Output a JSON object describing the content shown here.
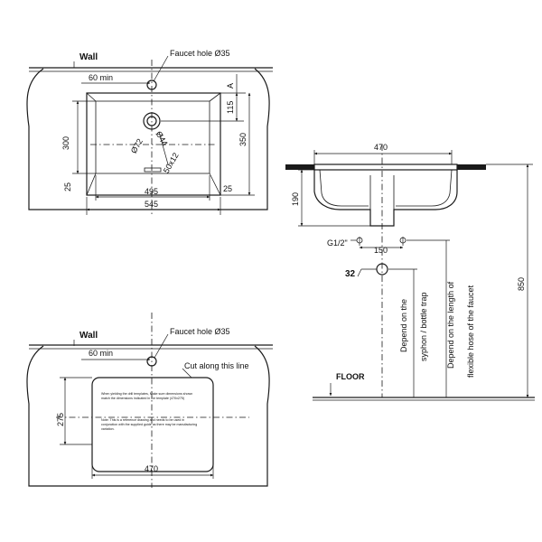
{
  "top_view": {
    "wall_label": "Wall",
    "faucet_hole_label": "Faucet hole Ø35",
    "dim_60min": "60 min",
    "dim_A": "A",
    "dim_115": "115",
    "dim_300": "300",
    "dim_350": "350",
    "dim_25_left": "25",
    "dim_25_right": "25",
    "dim_495": "495",
    "dim_545": "545",
    "dim_o72": "Ø72",
    "dim_o44": "Ø44",
    "dim_50x12": "50x12"
  },
  "side_view": {
    "dim_470": "470",
    "dim_190": "190",
    "dim_g12": "G1/2\"",
    "dim_150": "150",
    "dim_32": "32",
    "dim_850": "850",
    "note_syphon_1": "Depend on the",
    "note_syphon_2": "syphon / bottle trap",
    "note_hose_1": "Depend on the length of",
    "note_hose_2": "flexible hose of the faucet",
    "floor_label": "FLOOR"
  },
  "template_view": {
    "wall_label": "Wall",
    "faucet_hole_label": "Faucet hole Ø35",
    "dim_60min": "60 min",
    "cut_label": "Cut along this line",
    "dim_275": "275",
    "dim_470": "470",
    "note_1_line_1": "When yielding the drill templates, Make sure dimensions shown",
    "note_1_line_2": "match the dimensions indicated in the template (470x275)",
    "note_2_line_1": "Note: This is a reference drawing and needs to be used in",
    "note_2_line_2": "conjunction with the supplied guide as there may be manufacturing",
    "note_2_line_3": "variation."
  }
}
